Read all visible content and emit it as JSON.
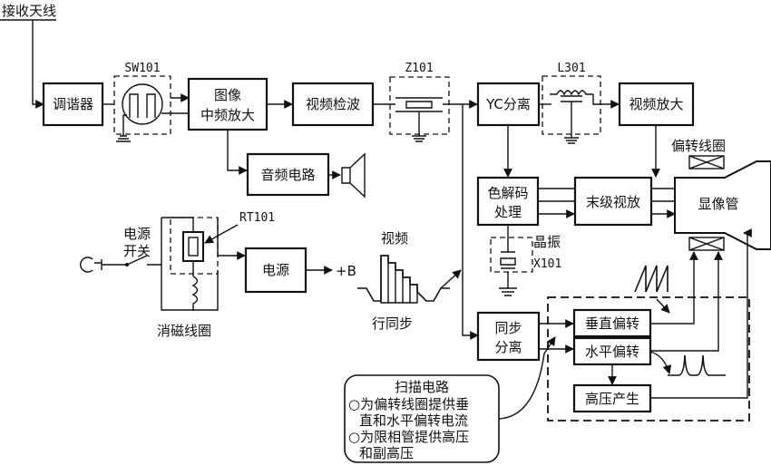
{
  "antenna": "接收天线",
  "blocks": {
    "tuner": "调谐器",
    "if_amp": [
      "图像",
      "中频放大"
    ],
    "video_detect": "视频检波",
    "yc_sep": "YC分离",
    "video_amp": "视频放大",
    "audio": "音频电路",
    "color_decode": [
      "色解码",
      "处理"
    ],
    "final_video": "末级视放",
    "crt": "显像管",
    "power": "电源",
    "sync_sep": [
      "同步",
      "分离"
    ],
    "vertical": "垂直偏转",
    "horizontal": "水平偏转",
    "hv": "高压产生"
  },
  "parts": {
    "sw101": "SW101",
    "z101": "Z101",
    "l301": "L301",
    "rt101": "RT101",
    "crystal": "晶振",
    "x101": "X101"
  },
  "labels": {
    "yoke": "偏转线圈",
    "power_switch": [
      "电源",
      "开关"
    ],
    "degauss": "消磁线圈",
    "plus_b": "+B",
    "video": "视频",
    "hsync": "行同步"
  },
  "note": {
    "title": "扫描电路",
    "lines": [
      "○为偏转线圈提供垂",
      "直和水平偏转电流",
      "○为限相管提供高压",
      "和副高压"
    ]
  }
}
